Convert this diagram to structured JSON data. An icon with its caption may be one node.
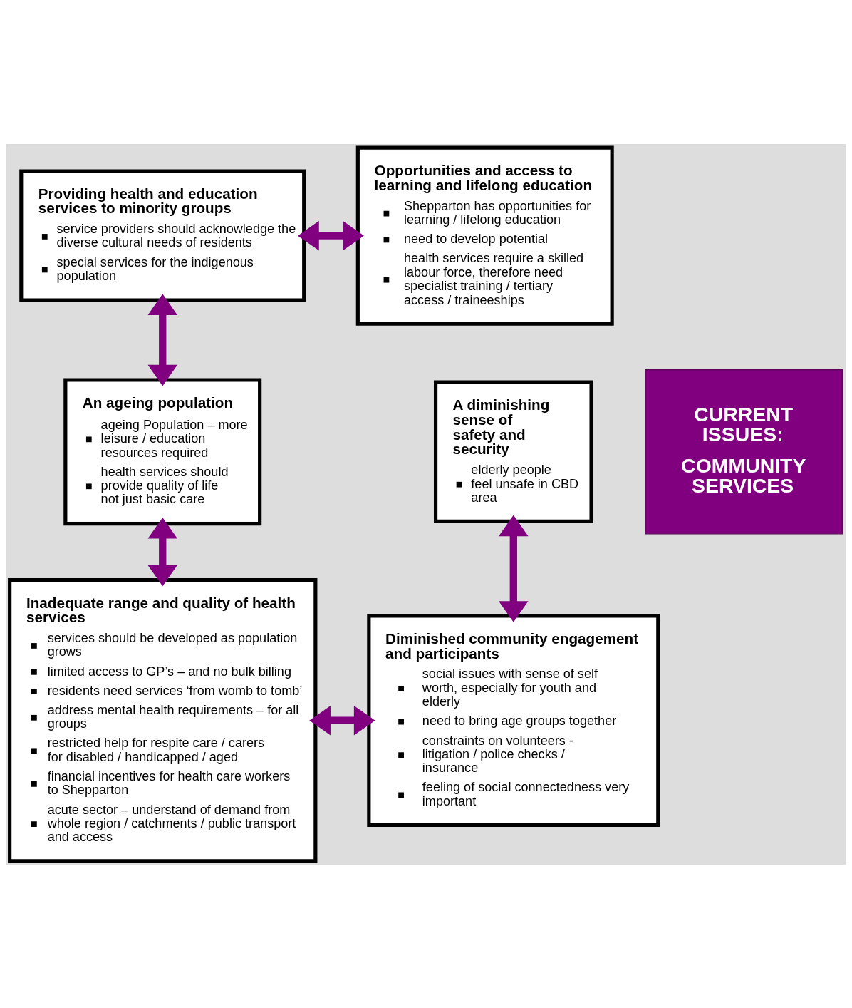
{
  "diagram": {
    "nodes": [
      {
        "text": [
          "Providing health and education services to minority groups",
          "service providers should acknowledge the diverse cultural needs of residents",
          "special services for the indigenous population"
        ]
      },
      {
        "text": [
          "Opportunities and access to learning and lifelong education",
          "Shepparton has opportunities for learning / lifelong education",
          "need to develop potential",
          "health services require a skilled labour force, therefore need specialist training / tertiary access / traineeships"
        ]
      },
      {
        "text": [
          "An ageing population",
          "ageing Population – more leisure / education resources required",
          "health services should provide quality of life not just basic care"
        ]
      },
      {
        "text": [
          "CURRENT ISSUES:",
          "COMMUNITY SERVICES"
        ]
      },
      {
        "text": [
          "A diminishing sense of safety and security",
          "elderly people feel unsafe in CBD area"
        ]
      },
      {
        "text": [
          "Inadequate range and quality of health services",
          "services should be developed as population grows",
          "limited access to GP’s – and no bulk billing",
          "residents need services ‘from womb to tomb’",
          "address mental health requirements – for all groups",
          "restricted help for respite care / carers for disabled / handicapped / aged",
          "financial incentives for health care workers to Shepparton",
          "acute sector – understand of demand from whole region / catchments / public transport and access"
        ]
      },
      {
        "text": [
          "Diminished community engagement and participants",
          "social issues with sense of self worth, especially for youth and elderly",
          "need to bring age groups together",
          "constraints on volunteers - litigation / police checks / insurance",
          "feeling of social connectedness very important"
        ]
      }
    ],
    "edges": [
      {
        "from": 0,
        "to": 1,
        "arrow": "both"
      },
      {
        "from": 0,
        "to": 2,
        "arrow": "both"
      },
      {
        "from": 2,
        "to": 5,
        "arrow": "both"
      },
      {
        "from": 4,
        "to": 6,
        "arrow": "both"
      },
      {
        "from": 5,
        "to": 6,
        "arrow": "both"
      }
    ]
  }
}
